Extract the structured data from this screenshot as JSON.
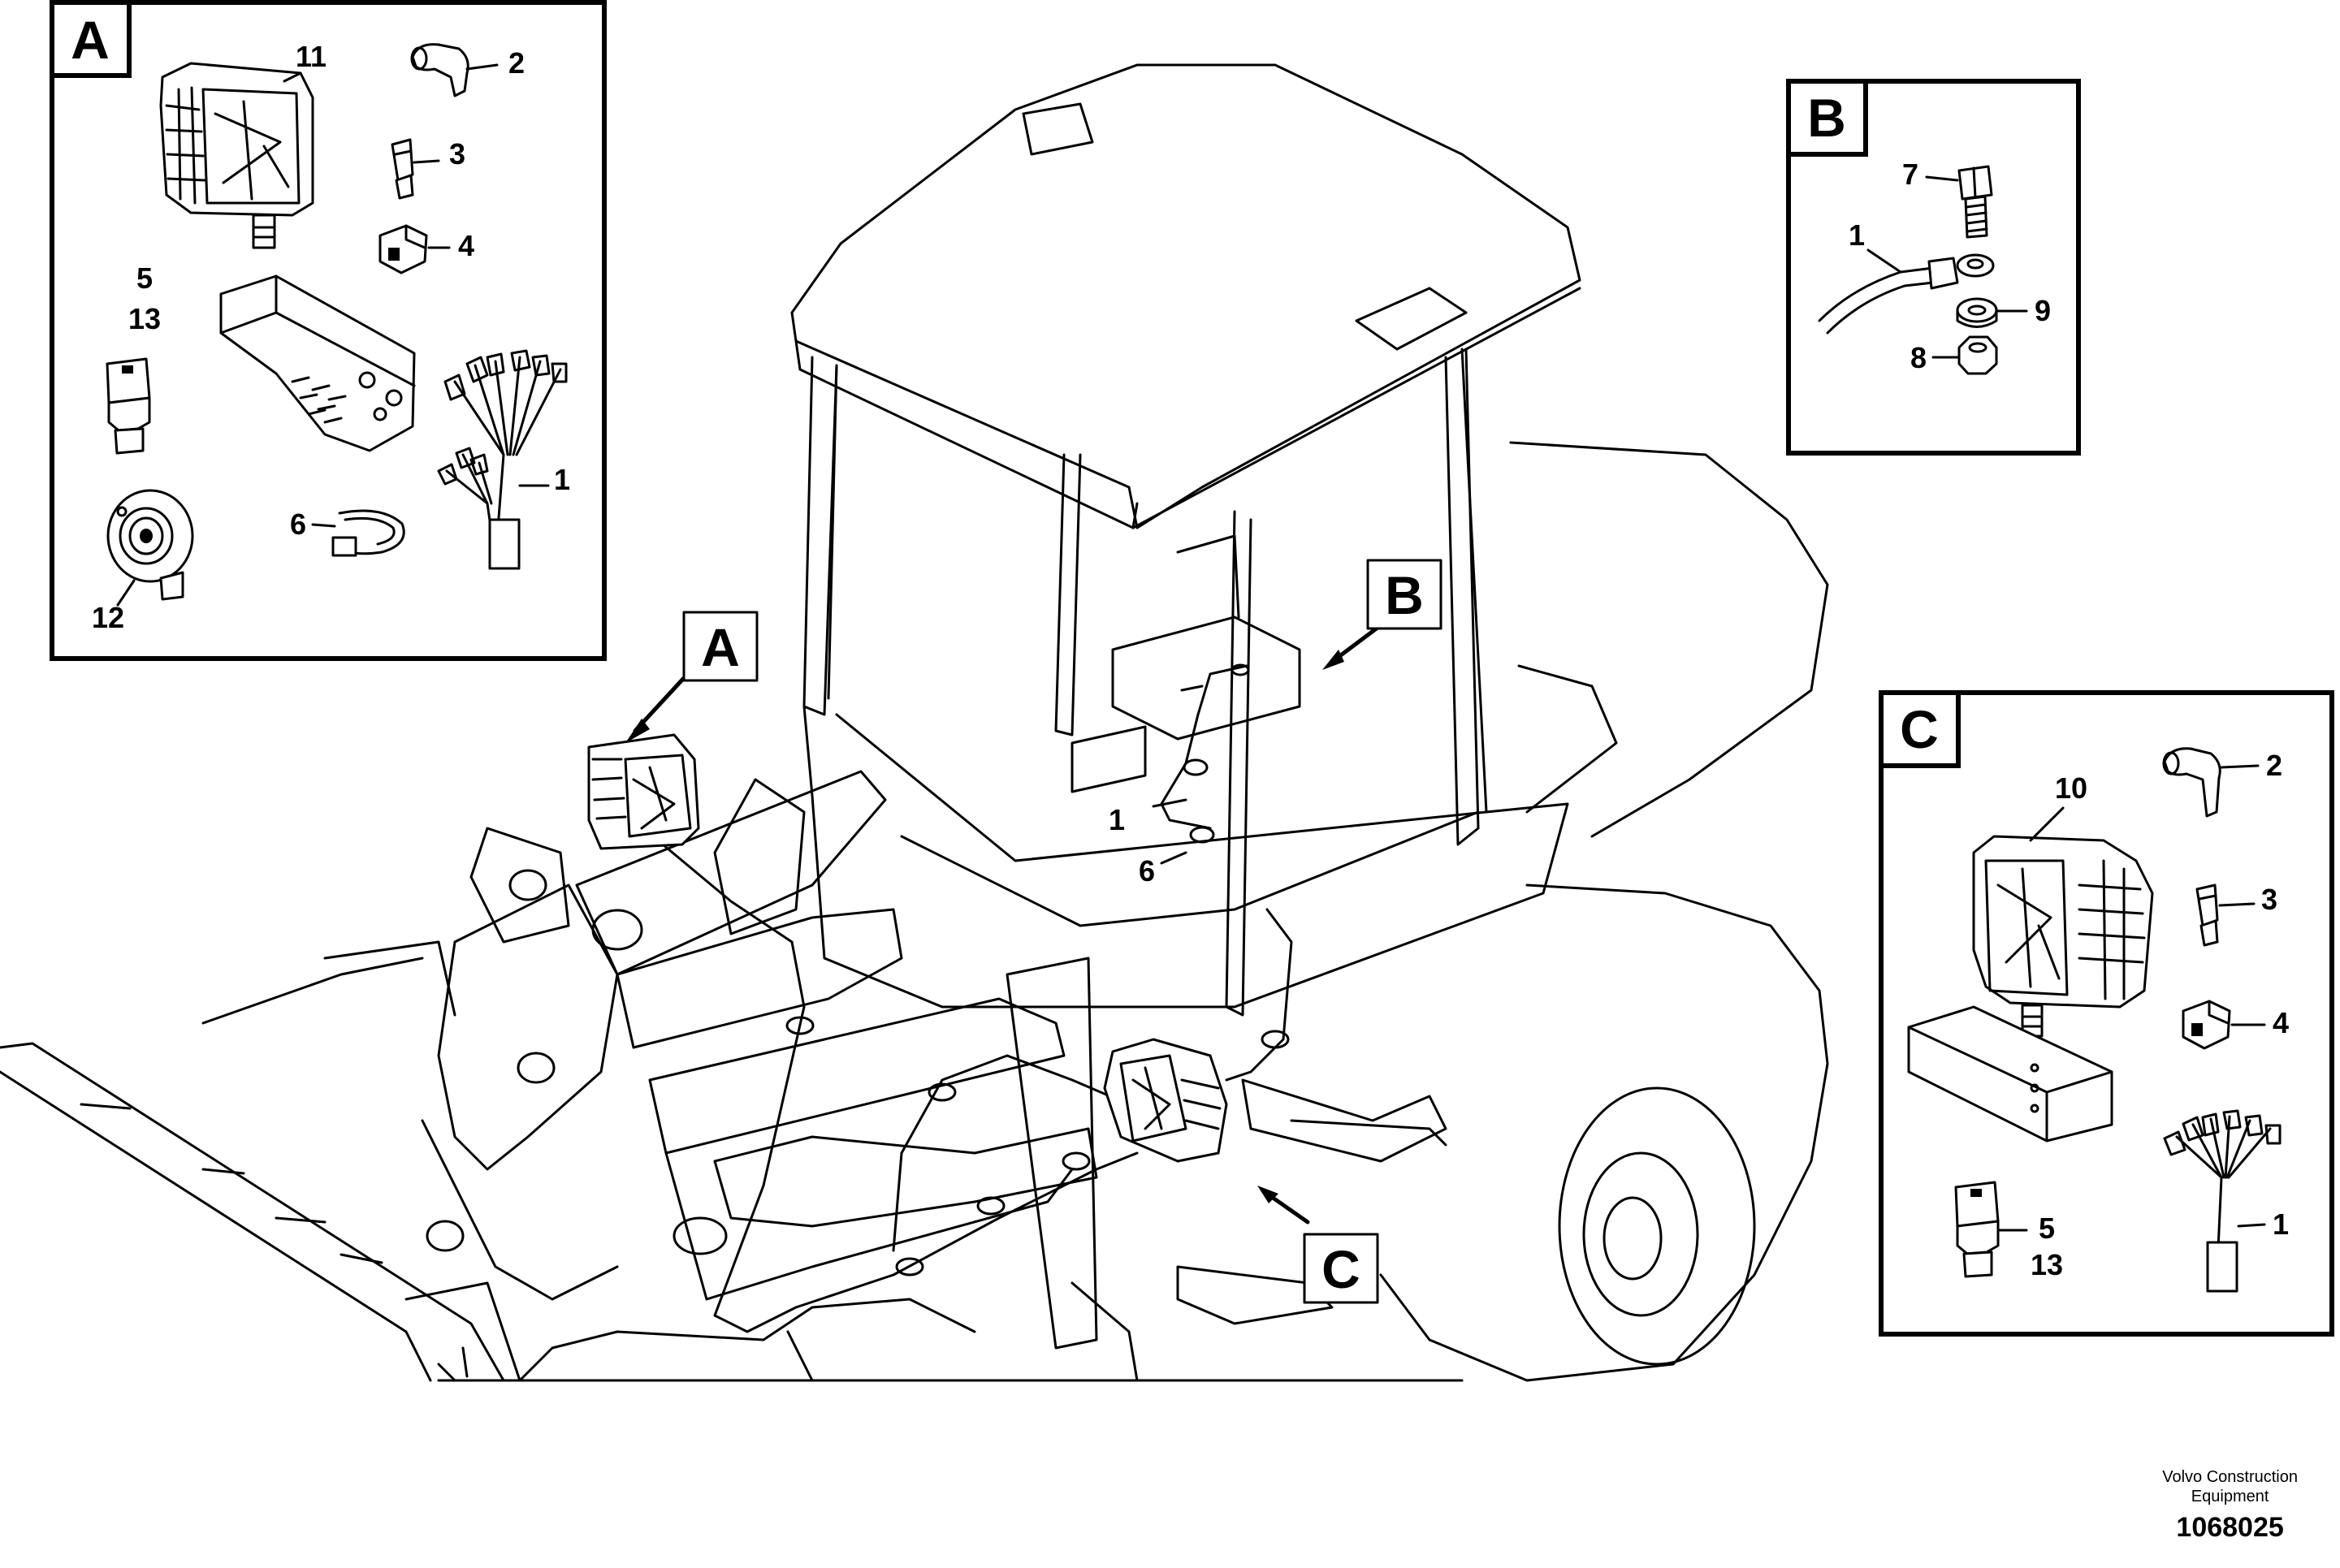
{
  "panels": {
    "A": {
      "letter": "A",
      "labels": {
        "p11": "11",
        "p2": "2",
        "p3": "3",
        "p4": "4",
        "p5": "5",
        "p13": "13",
        "p6": "6",
        "p1": "1",
        "p12": "12"
      }
    },
    "B": {
      "letter": "B",
      "labels": {
        "p7": "7",
        "p1": "1",
        "p9": "9",
        "p8": "8"
      }
    },
    "C": {
      "letter": "C",
      "labels": {
        "p10": "10",
        "p2": "2",
        "p3": "3",
        "p4": "4",
        "p5": "5",
        "p13": "13",
        "p1": "1"
      }
    }
  },
  "callouts": {
    "A": "A",
    "B": "B",
    "C": "C"
  },
  "main_labels": {
    "cab_1": "1",
    "cab_6": "6"
  },
  "footer": {
    "brand_line1": "Volvo Construction",
    "brand_line2": "Equipment",
    "doc_number": "1068025"
  }
}
